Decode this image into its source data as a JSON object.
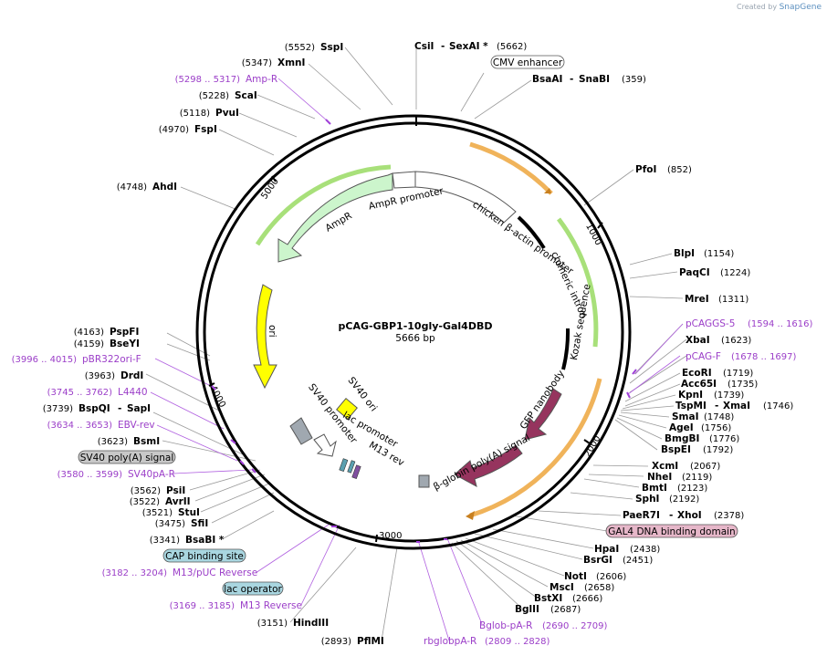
{
  "brand": {
    "created_by": "Created by",
    "name": "SnapGene"
  },
  "plasmid": {
    "name": "pCAG-GBP1-10gly-Gal4DBD",
    "length": "5666 bp"
  },
  "ticks": [
    "1000",
    "2000",
    "3000",
    "4000",
    "5000"
  ],
  "labels": [
    {
      "pos": "(5552)",
      "name": "SspI",
      "kind": "enzyme"
    },
    {
      "pos": "",
      "name": "CsiI",
      "kind": "enzyme"
    },
    {
      "pos": "(5662)",
      "name": "SexAI *",
      "kind": "enzyme"
    },
    {
      "pos": "(5347)",
      "name": "XmnI",
      "kind": "enzyme"
    },
    {
      "pos": "(5298 .. 5317)",
      "name": "Amp-R",
      "kind": "primer"
    },
    {
      "pos": "(5228)",
      "name": "ScaI",
      "kind": "enzyme"
    },
    {
      "pos": "(5118)",
      "name": "PvuI",
      "kind": "enzyme"
    },
    {
      "pos": "(4970)",
      "name": "FspI",
      "kind": "enzyme"
    },
    {
      "pos": "(4748)",
      "name": "AhdI",
      "kind": "enzyme"
    },
    {
      "pos": "(359)",
      "name": "BsaAI",
      "kind": "enzyme"
    },
    {
      "pos": "",
      "name": "SnaBI",
      "kind": "enzyme"
    },
    {
      "pos": "(852)",
      "name": "PfoI",
      "kind": "enzyme"
    },
    {
      "pos": "(1154)",
      "name": "BlpI",
      "kind": "enzyme"
    },
    {
      "pos": "(1224)",
      "name": "PaqCI",
      "kind": "enzyme"
    },
    {
      "pos": "(1311)",
      "name": "MreI",
      "kind": "enzyme"
    },
    {
      "pos": "(1594 .. 1616)",
      "name": "pCAGGS-5",
      "kind": "primer"
    },
    {
      "pos": "(1623)",
      "name": "XbaI",
      "kind": "enzyme"
    },
    {
      "pos": "(1678 .. 1697)",
      "name": "pCAG-F",
      "kind": "primer"
    },
    {
      "pos": "(1719)",
      "name": "EcoRI",
      "kind": "enzyme"
    },
    {
      "pos": "(1735)",
      "name": "Acc65I",
      "kind": "enzyme"
    },
    {
      "pos": "(1739)",
      "name": "KpnI",
      "kind": "enzyme"
    },
    {
      "pos": "(1746)",
      "name": "TspMI",
      "kind": "enzyme"
    },
    {
      "pos": "",
      "name": "XmaI",
      "kind": "enzyme"
    },
    {
      "pos": "(1748)",
      "name": "SmaI",
      "kind": "enzyme"
    },
    {
      "pos": "(1756)",
      "name": "AgeI",
      "kind": "enzyme"
    },
    {
      "pos": "(1776)",
      "name": "BmgBI",
      "kind": "enzyme"
    },
    {
      "pos": "(1792)",
      "name": "BspEI",
      "kind": "enzyme"
    },
    {
      "pos": "(2067)",
      "name": "XcmI",
      "kind": "enzyme"
    },
    {
      "pos": "(2119)",
      "name": "NheI",
      "kind": "enzyme"
    },
    {
      "pos": "(2123)",
      "name": "BmtI",
      "kind": "enzyme"
    },
    {
      "pos": "(2192)",
      "name": "SphI",
      "kind": "enzyme"
    },
    {
      "pos": "(2378)",
      "name": "PaeR7I",
      "kind": "enzyme"
    },
    {
      "pos": "",
      "name": "XhoI",
      "kind": "enzyme"
    },
    {
      "pos": "(2438)",
      "name": "HpaI",
      "kind": "enzyme"
    },
    {
      "pos": "(2451)",
      "name": "BsrGI",
      "kind": "enzyme"
    },
    {
      "pos": "(2606)",
      "name": "NotI",
      "kind": "enzyme"
    },
    {
      "pos": "(2658)",
      "name": "MscI",
      "kind": "enzyme"
    },
    {
      "pos": "(2666)",
      "name": "BstXI",
      "kind": "enzyme"
    },
    {
      "pos": "(2687)",
      "name": "BglII",
      "kind": "enzyme"
    },
    {
      "pos": "(2690 .. 2709)",
      "name": "Bglob-pA-R",
      "kind": "primer"
    },
    {
      "pos": "(2809 .. 2828)",
      "name": "rbglobpA-R",
      "kind": "primer"
    },
    {
      "pos": "(2893)",
      "name": "PflMI",
      "kind": "enzyme"
    },
    {
      "pos": "(3151)",
      "name": "HindIII",
      "kind": "enzyme"
    },
    {
      "pos": "(3169 .. 3185)",
      "name": "M13 Reverse",
      "kind": "primer"
    },
    {
      "pos": "(3182 .. 3204)",
      "name": "M13/pUC Reverse",
      "kind": "primer"
    },
    {
      "pos": "(3341)",
      "name": "BsaBI *",
      "kind": "enzyme"
    },
    {
      "pos": "(3475)",
      "name": "SfiI",
      "kind": "enzyme"
    },
    {
      "pos": "(3521)",
      "name": "StuI",
      "kind": "enzyme"
    },
    {
      "pos": "(3522)",
      "name": "AvrII",
      "kind": "enzyme"
    },
    {
      "pos": "(3562)",
      "name": "PsiI",
      "kind": "enzyme"
    },
    {
      "pos": "(3580 .. 3599)",
      "name": "SV40pA-R",
      "kind": "primer"
    },
    {
      "pos": "(3623)",
      "name": "BsmI",
      "kind": "enzyme"
    },
    {
      "pos": "(3634 .. 3653)",
      "name": "EBV-rev",
      "kind": "primer"
    },
    {
      "pos": "(3739)",
      "name": "BspQI",
      "kind": "enzyme"
    },
    {
      "pos": "",
      "name": "SapI",
      "kind": "enzyme"
    },
    {
      "pos": "(3745 .. 3762)",
      "name": "L4440",
      "kind": "primer"
    },
    {
      "pos": "(3963)",
      "name": "DrdI",
      "kind": "enzyme"
    },
    {
      "pos": "(3996 .. 4015)",
      "name": "pBR322ori-F",
      "kind": "primer"
    },
    {
      "pos": "(4159)",
      "name": "BseYI",
      "kind": "enzyme"
    },
    {
      "pos": "(4163)",
      "name": "PspFI",
      "kind": "enzyme"
    }
  ],
  "boxed_features": [
    {
      "name": "CMV enhancer",
      "color": "#ffffff"
    },
    {
      "name": "GAL4 DNA binding domain",
      "color": "#e6b7c9"
    },
    {
      "name": "SV40 poly(A) signal",
      "color": "#c8c8c8"
    },
    {
      "name": "CAP binding site",
      "color": "#a9d6e0"
    },
    {
      "name": "lac operator",
      "color": "#a9d6e0"
    }
  ],
  "features": [
    {
      "name": "AmpR promoter"
    },
    {
      "name": "AmpR"
    },
    {
      "name": "chicken β-actin promoter"
    },
    {
      "name": "chimeric intron"
    },
    {
      "name": "Kozak sequence"
    },
    {
      "name": "GFP nanobody"
    },
    {
      "name": "β-globin poly(A) signal"
    },
    {
      "name": "ori"
    },
    {
      "name": "SV40 ori"
    },
    {
      "name": "SV40 promoter"
    },
    {
      "name": "lac promoter"
    },
    {
      "name": "M13 rev"
    }
  ],
  "colors": {
    "enzyme": "#000000",
    "primer": "#9b3ec8",
    "ampr": "#ccf5cc",
    "ori": "#ffff00",
    "gfp": "#96345e",
    "orange_arc": "#f0b35a",
    "green_arc": "#a8e07a"
  }
}
